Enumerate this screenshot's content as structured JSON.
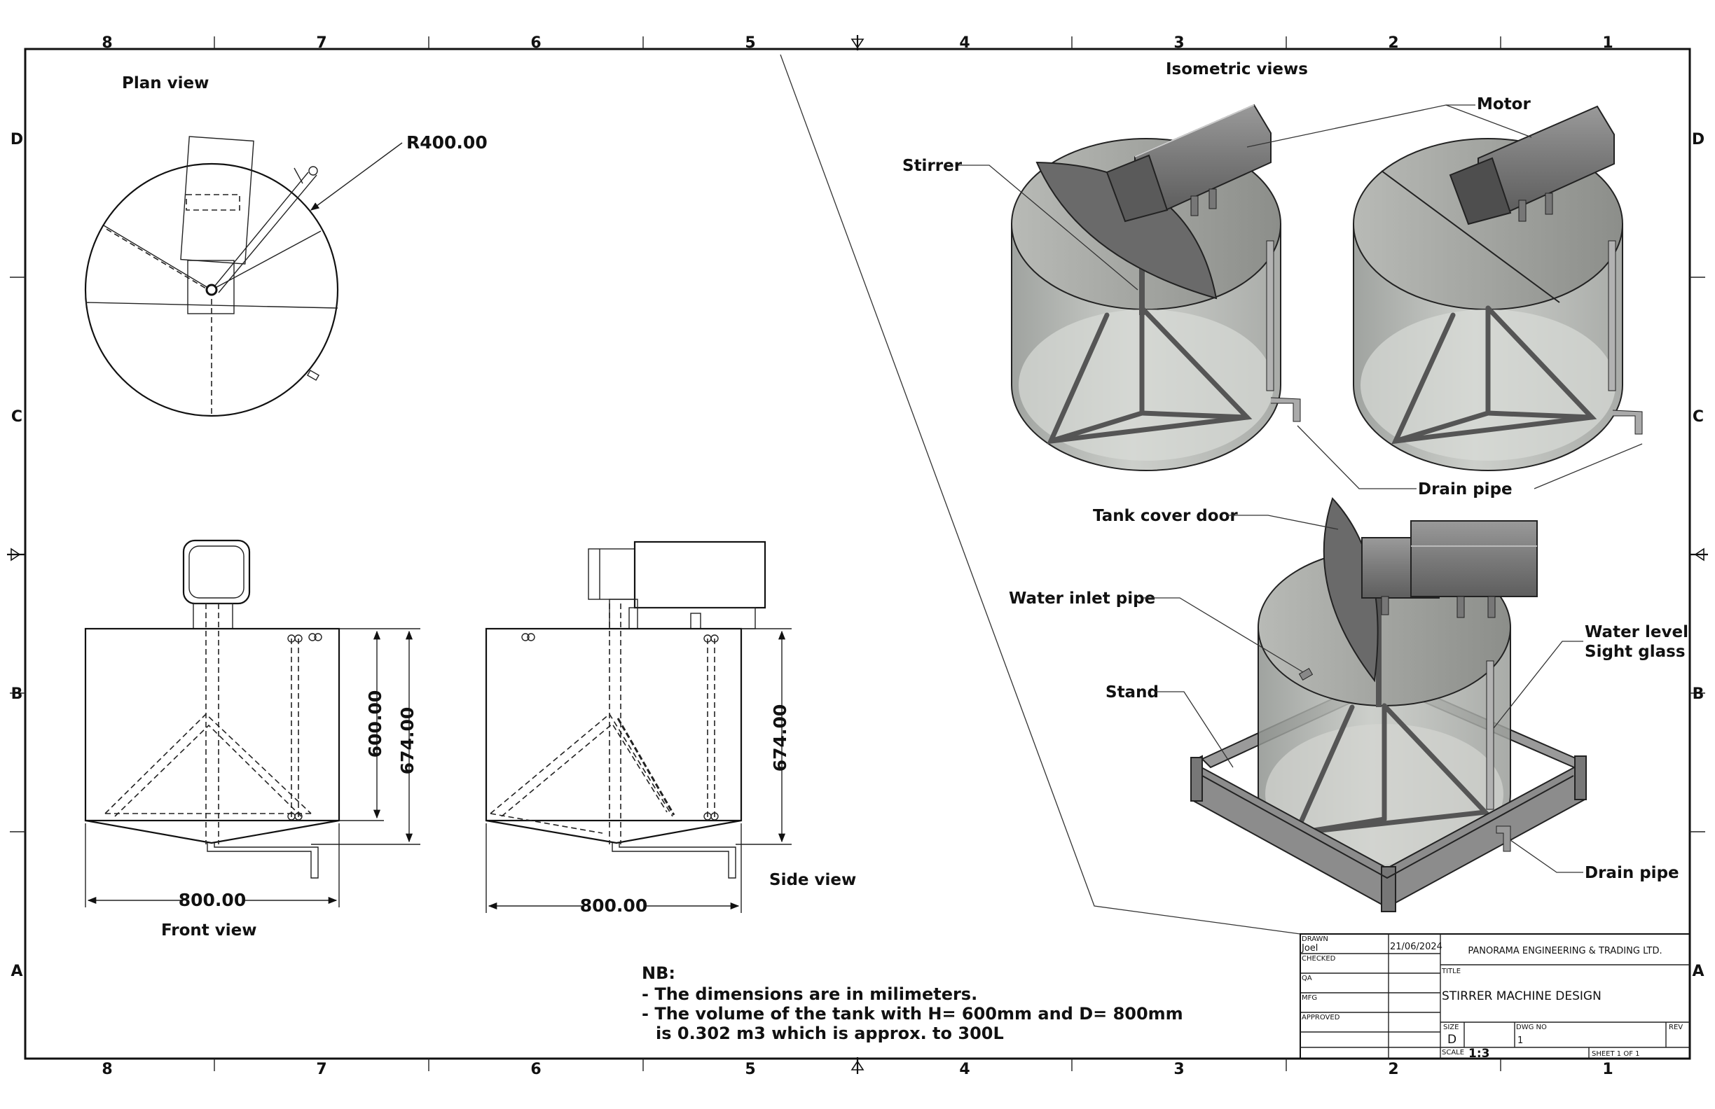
{
  "border": {
    "columns": [
      "8",
      "7",
      "6",
      "5",
      "4",
      "3",
      "2",
      "1"
    ],
    "rows": [
      "D",
      "C",
      "B",
      "A"
    ]
  },
  "views": {
    "plan": "Plan view",
    "front": "Front view",
    "side": "Side view",
    "isometric": "Isometric views"
  },
  "dimensions": {
    "radius": "R400.00",
    "front_height_inner": "600.00",
    "front_height_total": "674.00",
    "front_width": "800.00",
    "side_height_total": "674.00",
    "side_width": "800.00"
  },
  "callouts": {
    "stirrer": "Stirrer",
    "motor": "Motor",
    "drain_pipe_top": "Drain pipe",
    "tank_cover_door": "Tank cover door",
    "water_inlet_pipe": "Water inlet pipe",
    "stand": "Stand",
    "water_level_1": "Water level",
    "water_level_2": "Sight glass",
    "drain_pipe_bottom": "Drain pipe"
  },
  "notes": {
    "heading": "NB:",
    "line1": "- The dimensions are in milimeters.",
    "line2": "- The volume of the tank with H= 600mm and D= 800mm",
    "line3": "is 0.302 m3 which is approx. to 300L"
  },
  "title_block": {
    "drawn_label": "DRAWN",
    "drawn_by": "Joel",
    "drawn_date": "21/06/2024",
    "checked_label": "CHECKED",
    "qa_label": "QA",
    "mfg_label": "MFG",
    "approved_label": "APPROVED",
    "company": "PANORAMA ENGINEERING & TRADING LTD.",
    "title_label": "TITLE",
    "title": "STIRRER MACHINE DESIGN",
    "size_label": "SIZE",
    "size": "D",
    "dwg_no_label": "DWG NO",
    "dwg_no": "1",
    "rev_label": "REV",
    "scale_label": "SCALE",
    "scale": "1:3",
    "sheet": "SHEET 1   OF 1"
  },
  "colors": {
    "line": "#111111",
    "tank_shade": "#a9aca8",
    "metal_dark": "#6e6e6e",
    "metal_light": "#b5b5b5"
  }
}
